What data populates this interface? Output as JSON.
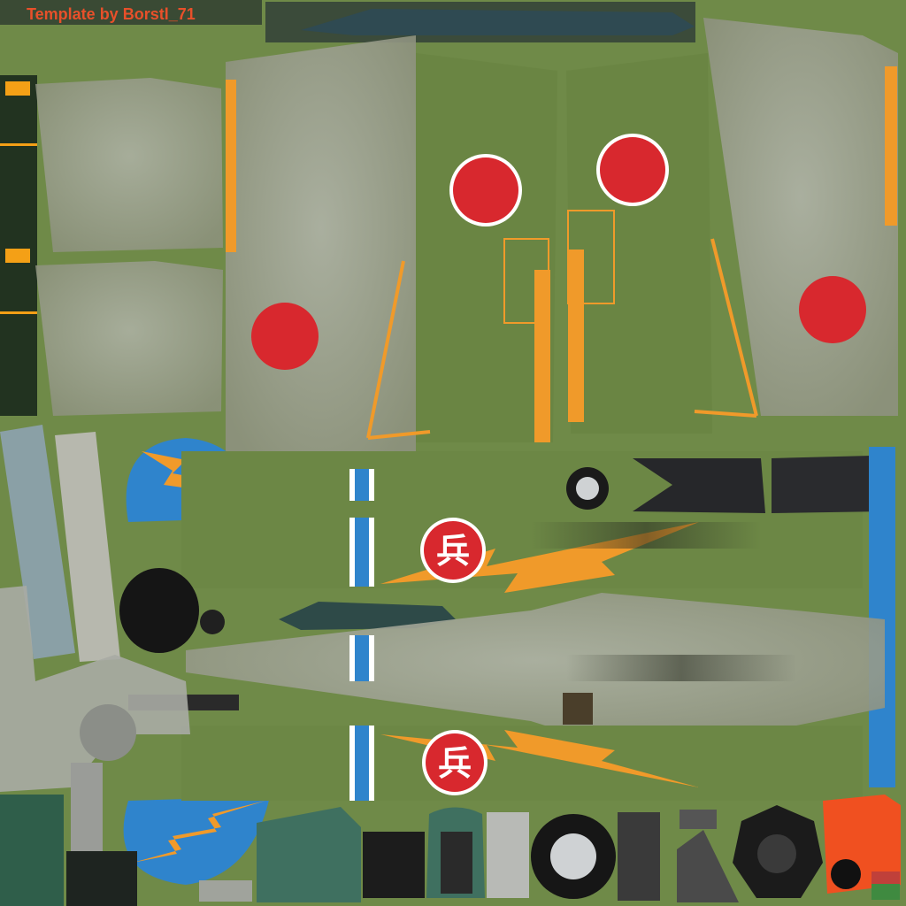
{
  "credit": "Template by Borstl_71",
  "emblems": {
    "upper": "兵",
    "lower": "兵"
  },
  "colors": {
    "camouflage_green": "#6f8a48",
    "panel_grey": "#a9aca2",
    "hinomaru_red": "#d8282e",
    "id_orange": "#f09a2a",
    "rudder_blue": "#2f84cc",
    "credit_red": "#e8502a",
    "cowl_black": "#26272a",
    "interior_green": "#3f7060",
    "tail_orange": "#f05020"
  },
  "icons": {
    "hinomaru": "hinomaru-roundel-icon",
    "tail_emblem": "unit-emblem-icon",
    "wheel": "wheel-icon",
    "engine": "radial-engine-icon"
  }
}
